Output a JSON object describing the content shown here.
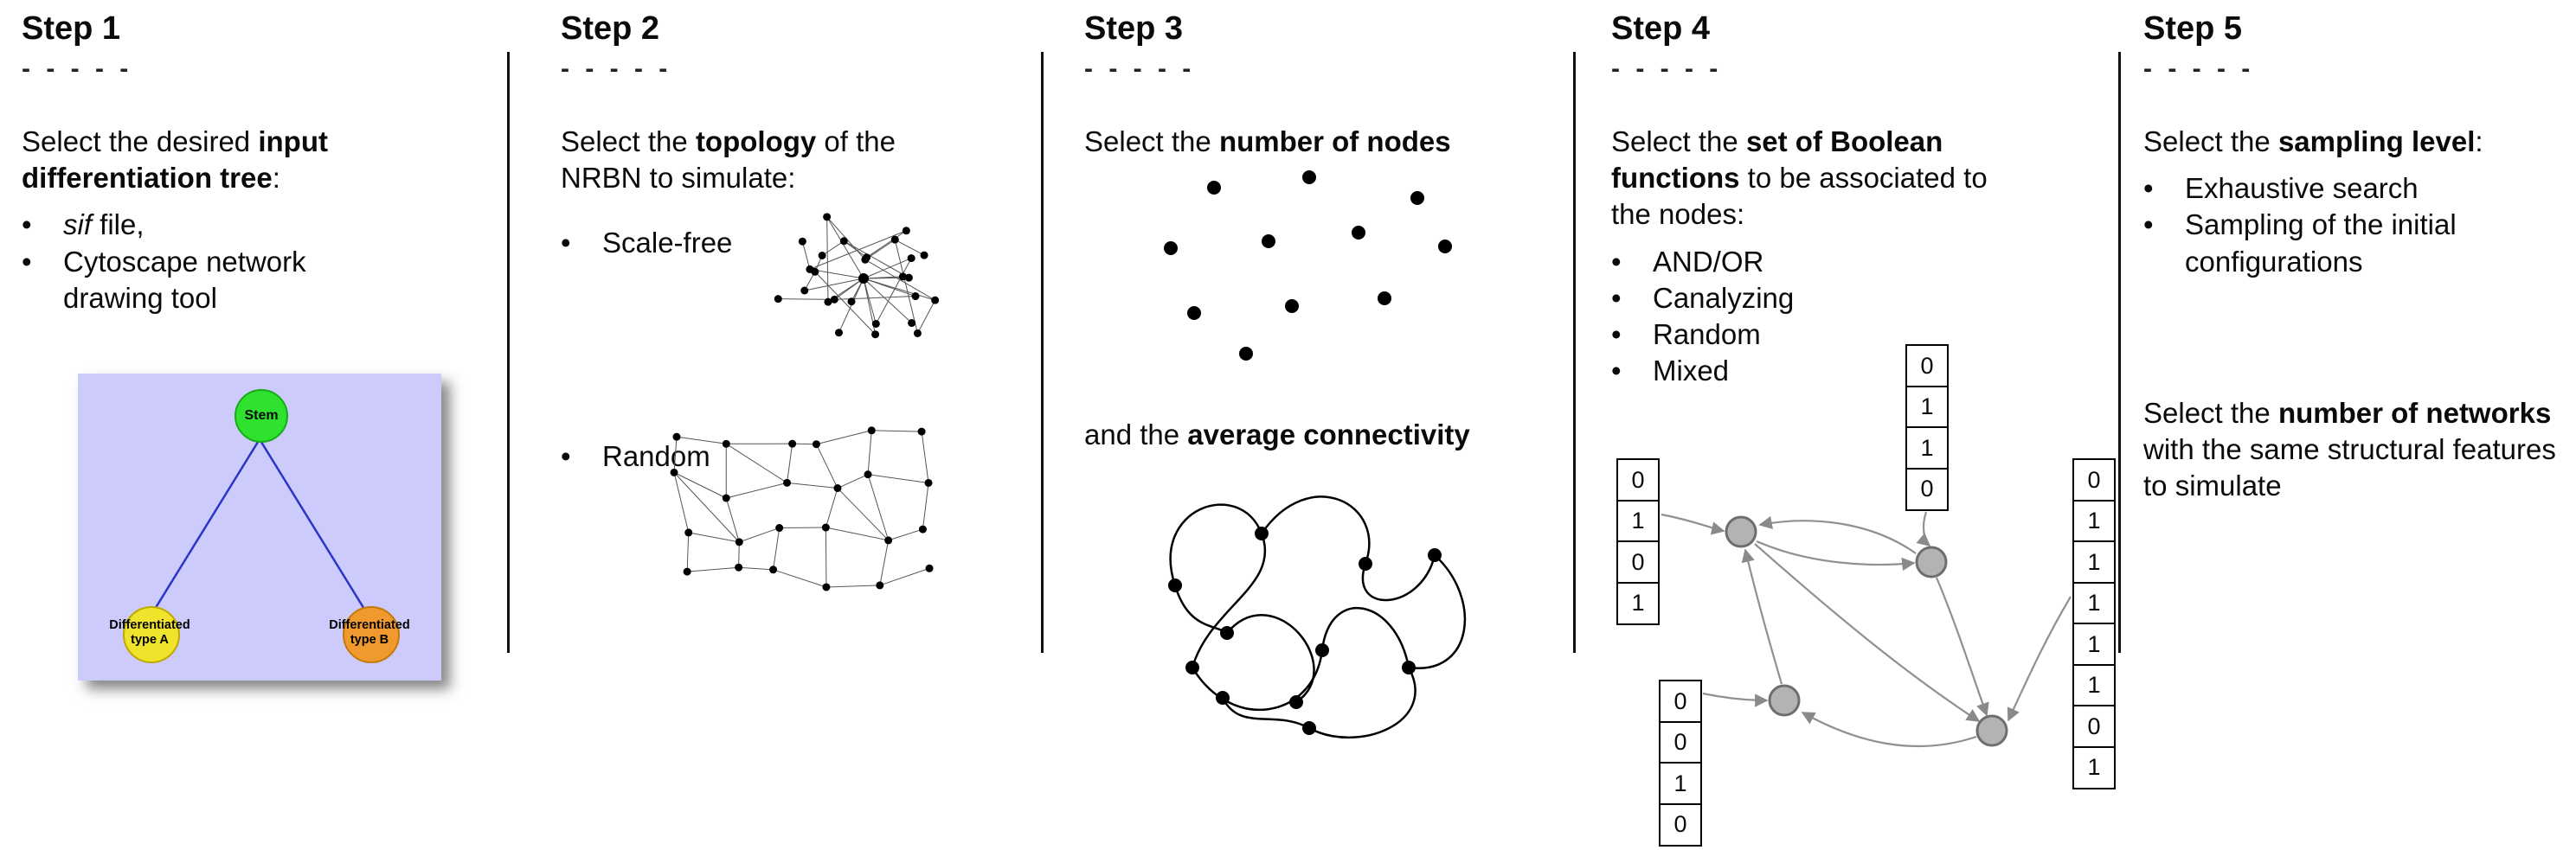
{
  "ui": {
    "bullet": "•",
    "dashes": "- - - - -"
  },
  "steps": [
    {
      "title": "Step 1",
      "p_pre": "Select the desired ",
      "p_bold": "input differentiation tree",
      "p_post": ":",
      "b1_italic": "sif",
      "b1_rest": " file,",
      "b2": "Cytoscape network drawing tool",
      "tree": {
        "stem": "Stem",
        "a1": "Differentiated",
        "a2": "type A",
        "b1": "Differentiated",
        "b2": "type B"
      }
    },
    {
      "title": "Step 2",
      "p_pre": "Select the ",
      "p_bold": "topology",
      "p_post": " of the NRBN to simulate:",
      "b1": "Scale-free",
      "b2": "Random"
    },
    {
      "title": "Step 3",
      "l1_pre": "Select the ",
      "l1_bold": "number of nodes",
      "l2_pre": "and the ",
      "l2_bold": "average connectivity"
    },
    {
      "title": "Step 4",
      "p_pre": "Select the ",
      "p_bold": "set of Boolean functions",
      "p_post": " to be associated to the nodes:",
      "bullets": [
        "AND/OR",
        "Canalyzing",
        "Random",
        "Mixed"
      ],
      "tables": {
        "left": [
          "0",
          "1",
          "0",
          "1"
        ],
        "top": [
          "0",
          "1",
          "1",
          "0"
        ],
        "bottom": [
          "0",
          "0",
          "1",
          "0"
        ],
        "right": [
          "0",
          "1",
          "1",
          "1",
          "1",
          "1",
          "0",
          "1"
        ]
      }
    },
    {
      "title": "Step 5",
      "p1_pre": "Select the ",
      "p1_bold": "sampling level",
      "p1_post": ":",
      "b1": "Exhaustive search",
      "b2": "Sampling of the initial configurations",
      "p2_pre": "Select the ",
      "p2_bold": "number of networks",
      "p2_post": " with the same structural features to simulate"
    }
  ]
}
